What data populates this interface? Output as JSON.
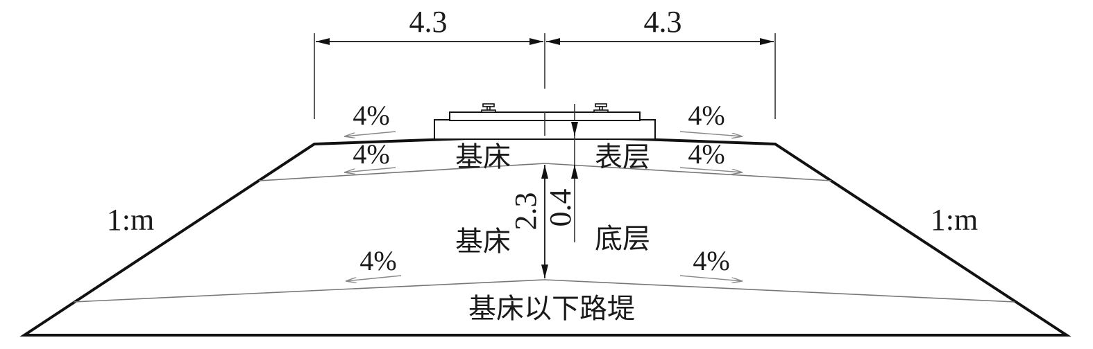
{
  "dimensions": {
    "left_width": "4.3",
    "right_width": "4.3",
    "total_depth": "2.3",
    "surface_depth": "0.4"
  },
  "slopes": {
    "top_left": "4%",
    "top_right": "4%",
    "surface_left": "4%",
    "surface_right": "4%",
    "bottom_left": "4%",
    "bottom_right": "4%"
  },
  "side_slope": {
    "left": "1:m",
    "right": "1:m"
  },
  "layers": {
    "surface_left": "基床",
    "surface_right": "表层",
    "bottom_left": "基床",
    "bottom_right": "底层",
    "embankment": "基床以下路堤"
  }
}
